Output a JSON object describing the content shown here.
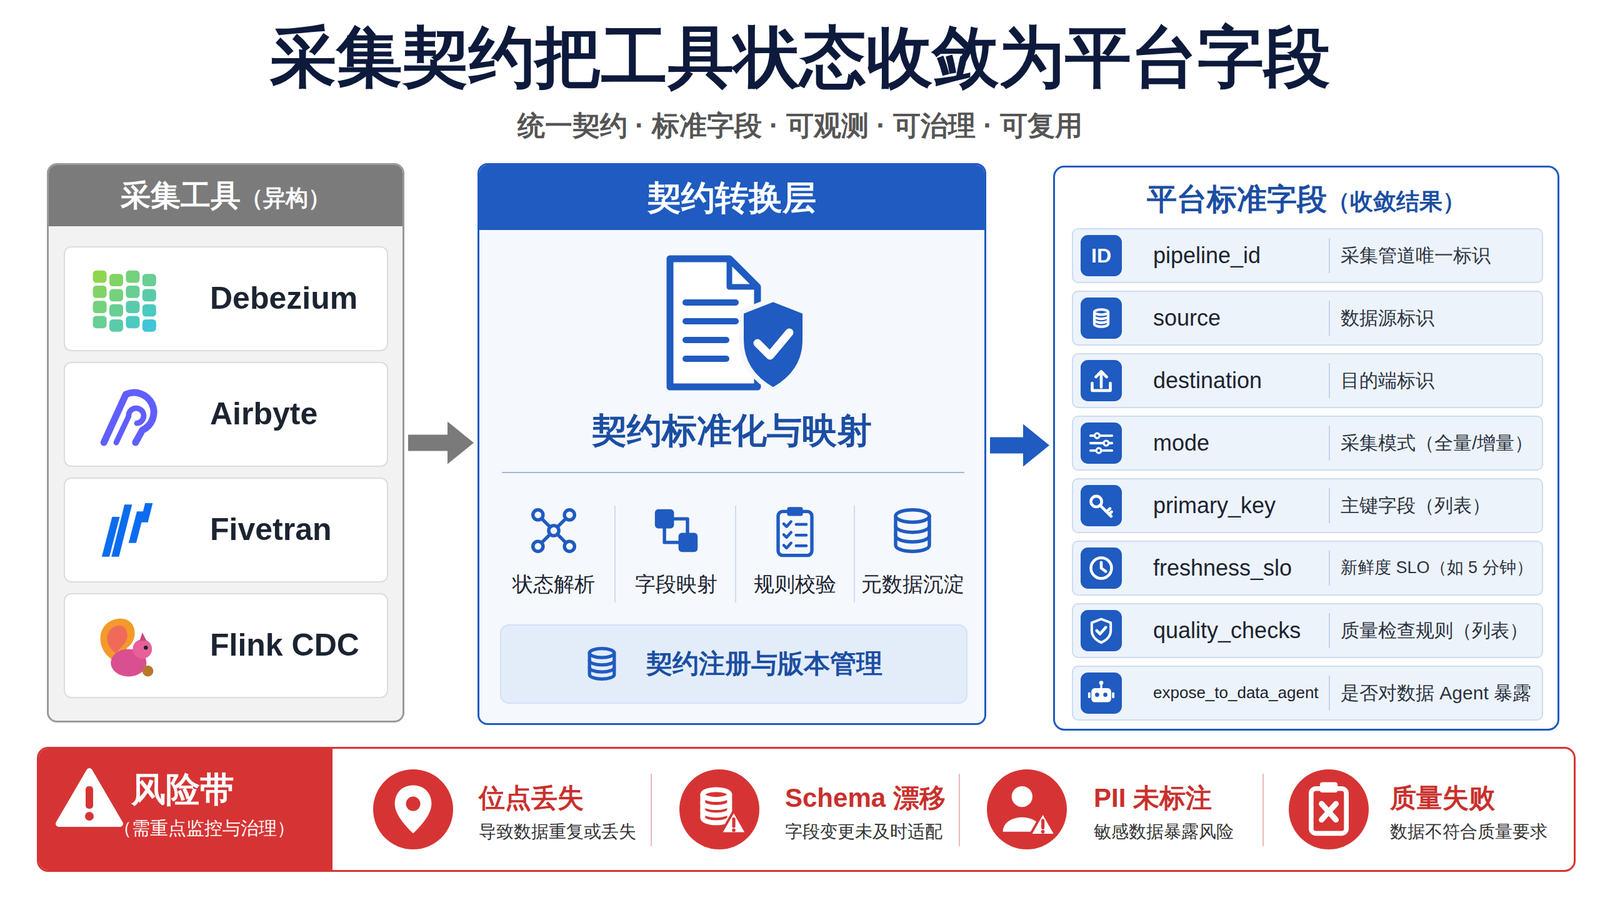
{
  "diagram": {
    "title": "采集契约把工具状态收敛为平台字段",
    "nodes": [
      {
        "text": [
          "采集工具",
          "（异构）"
        ]
      },
      {
        "text": [
          "Debezium"
        ],
        "in": 0
      },
      {
        "text": [
          "Airbyte"
        ],
        "in": 0
      },
      {
        "text": [
          "Fivetran"
        ],
        "in": 0
      },
      {
        "text": [
          "Flink CDC"
        ],
        "in": 0
      },
      {
        "text": [
          "契约转换层",
          "契约标准化与映射"
        ]
      },
      {
        "text": [
          "状态解析"
        ],
        "in": 5
      },
      {
        "text": [
          "字段映射"
        ],
        "in": 5
      },
      {
        "text": [
          "规则校验"
        ],
        "in": 5
      },
      {
        "text": [
          "元数据沉淀"
        ],
        "in": 5
      },
      {
        "text": [
          "契约注册与版本管理"
        ],
        "in": 5
      },
      {
        "text": [
          "平台标准字段",
          "（收敛结果）"
        ]
      },
      {
        "text": [
          "pipeline_id",
          "采集管道唯一标识"
        ],
        "in": 11
      },
      {
        "text": [
          "source",
          "数据源标识"
        ],
        "in": 11
      },
      {
        "text": [
          "destination",
          "目的端标识"
        ],
        "in": 11
      },
      {
        "text": [
          "mode",
          "采集模式（全量/增量）"
        ],
        "in": 11
      },
      {
        "text": [
          "primary_key",
          "主键字段（列表）"
        ],
        "in": 11
      },
      {
        "text": [
          "freshness_slo",
          "新鲜度 SLO（如 5 分钟）"
        ],
        "in": 11
      },
      {
        "text": [
          "quality_checks",
          "质量检查规则（列表）"
        ],
        "in": 11
      },
      {
        "text": [
          "expose_to_data_agent",
          "是否对数据 Agent 暴露"
        ],
        "in": 11
      },
      {
        "text": [
          "风险带",
          "（需重点监控与治理）"
        ]
      },
      {
        "text": [
          "位点丢失",
          "导致数据重复或丢失"
        ],
        "in": 20
      },
      {
        "text": [
          "Schema 漂移",
          "字段变更未及时适配"
        ],
        "in": 20
      },
      {
        "text": [
          "PII 未标注",
          "敏感数据暴露风险"
        ],
        "in": 20
      },
      {
        "text": [
          "质量失败",
          "数据不符合质量要求"
        ],
        "in": 20
      }
    ],
    "edges": [
      {
        "from": 0,
        "to": 5,
        "arrow": "to"
      },
      {
        "from": 5,
        "to": 11,
        "arrow": "to"
      }
    ],
    "labels": [
      "统一契约 · 标准字段 · 可观测 · 可治理 · 可复用",
      "ID"
    ]
  }
}
